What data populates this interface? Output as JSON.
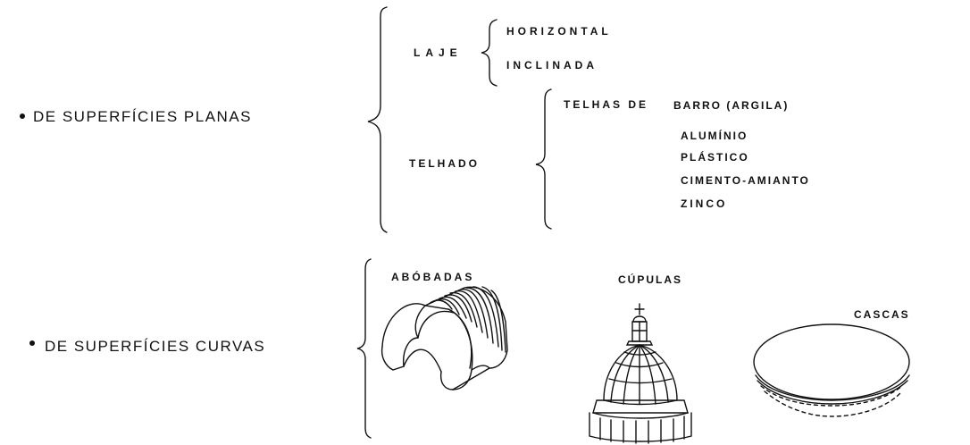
{
  "planas": {
    "title": "DE SUPERFÍCIES   PLANAS",
    "laje": {
      "label": "LAJE",
      "options": [
        "HORIZONTAL",
        "INCLINADA"
      ]
    },
    "telhado": {
      "label": "TELHADO",
      "lead": "TELHAS DE",
      "materials": [
        "BARRO (ARGILA)",
        "ALUMÍNIO",
        "PLÁSTICO",
        "CIMENTO-AMIANTO",
        "ZINCO"
      ]
    }
  },
  "curvas": {
    "title": "DE SUPERFÍCIES   CURVAS",
    "types": [
      "ABÓBADAS",
      "CÚPULAS",
      "CASCAS"
    ]
  }
}
